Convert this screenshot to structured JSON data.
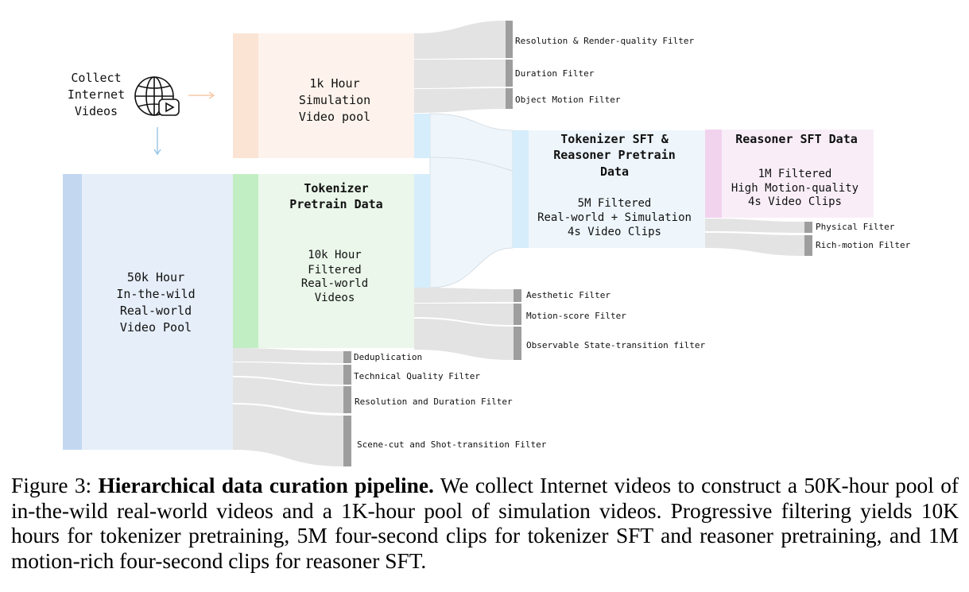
{
  "source": {
    "line1": "Collect",
    "line2": "Internet",
    "line3": "Videos",
    "icon": "globe-video-icon"
  },
  "pools": {
    "simulation": {
      "lines": [
        "1k Hour",
        "Simulation",
        "Video pool"
      ]
    },
    "wild": {
      "lines": [
        "50k Hour",
        "In-the-wild",
        "Real-world",
        "Video Pool"
      ]
    },
    "tokenizer_pretrain": {
      "title": [
        "Tokenizer",
        "Pretrain Data"
      ],
      "lines": [
        "10k Hour",
        "Filtered",
        "Real-world",
        "Videos"
      ]
    },
    "tokenizer_sft": {
      "title": [
        "Tokenizer SFT &",
        "Reasoner Pretrain",
        "Data"
      ],
      "lines": [
        "5M Filtered",
        "Real-world + Simulation",
        "4s Video Clips"
      ]
    },
    "reasoner_sft": {
      "title": [
        "Reasoner SFT Data"
      ],
      "lines": [
        "1M Filtered",
        "High Motion-quality",
        "4s Video Clips"
      ]
    }
  },
  "filters": {
    "simulation": [
      "Resolution & Render-quality Filter",
      "Duration Filter",
      "Object Motion Filter"
    ],
    "wild": [
      "Deduplication",
      "Technical Quality Filter",
      "Resolution and Duration Filter",
      "Scene-cut and Shot-transition Filter"
    ],
    "tokenizer_pretrain": [
      "Aesthetic Filter",
      "Motion-score Filter",
      "Observable State-transition filter"
    ],
    "tokenizer_sft": [
      "Physical Filter",
      "Rich-motion Filter"
    ]
  },
  "colors": {
    "simulation": "#fbe4d4",
    "simulation_bar": "#fbe4d4",
    "wild": "#e6eef9",
    "wild_bar": "#c3d7f0",
    "tokenizer_pretrain": "#eaf7ea",
    "tokenizer_pretrain_bar": "#c2eec4",
    "tokenizer_sft": "#eef6fc",
    "tokenizer_sft_bar": "#d6edfb",
    "reasoner_sft": "#f9eef8",
    "reasoner_sft_bar": "#f1d3ee",
    "filter_band": "#e3e3e3",
    "filter_bar": "#9e9e9e",
    "arrow_peach": "#f7c9a8",
    "arrow_blue": "#9cc8e8"
  },
  "caption": {
    "label": "Figure 3:",
    "title": "Hierarchical data curation pipeline.",
    "text": "We collect Internet videos to construct a 50K-hour pool of in-the-wild real-world videos and a 1K-hour pool of simulation videos. Progressive filtering yields 10K hours for tokenizer pretraining, 5M four-second clips for tokenizer SFT and reasoner pretraining, and 1M motion-rich four-second clips for reasoner SFT."
  }
}
